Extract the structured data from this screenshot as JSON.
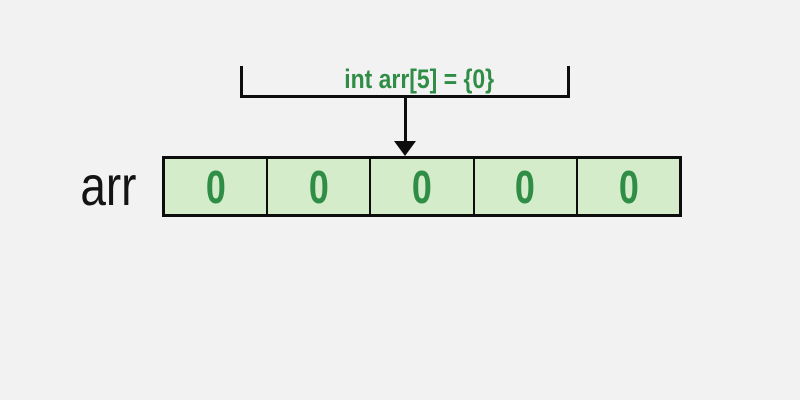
{
  "diagram": {
    "declaration_label": "int arr[5] = {0}",
    "array": {
      "name": "arr",
      "length": 5,
      "values": [
        "0",
        "0",
        "0",
        "0",
        "0"
      ]
    },
    "colors": {
      "background": "#f2f2f3",
      "cell_fill": "#d4ecca",
      "green_text": "#2f8d46",
      "line_black": "#0d0d0d",
      "name_text": "#141414"
    }
  }
}
